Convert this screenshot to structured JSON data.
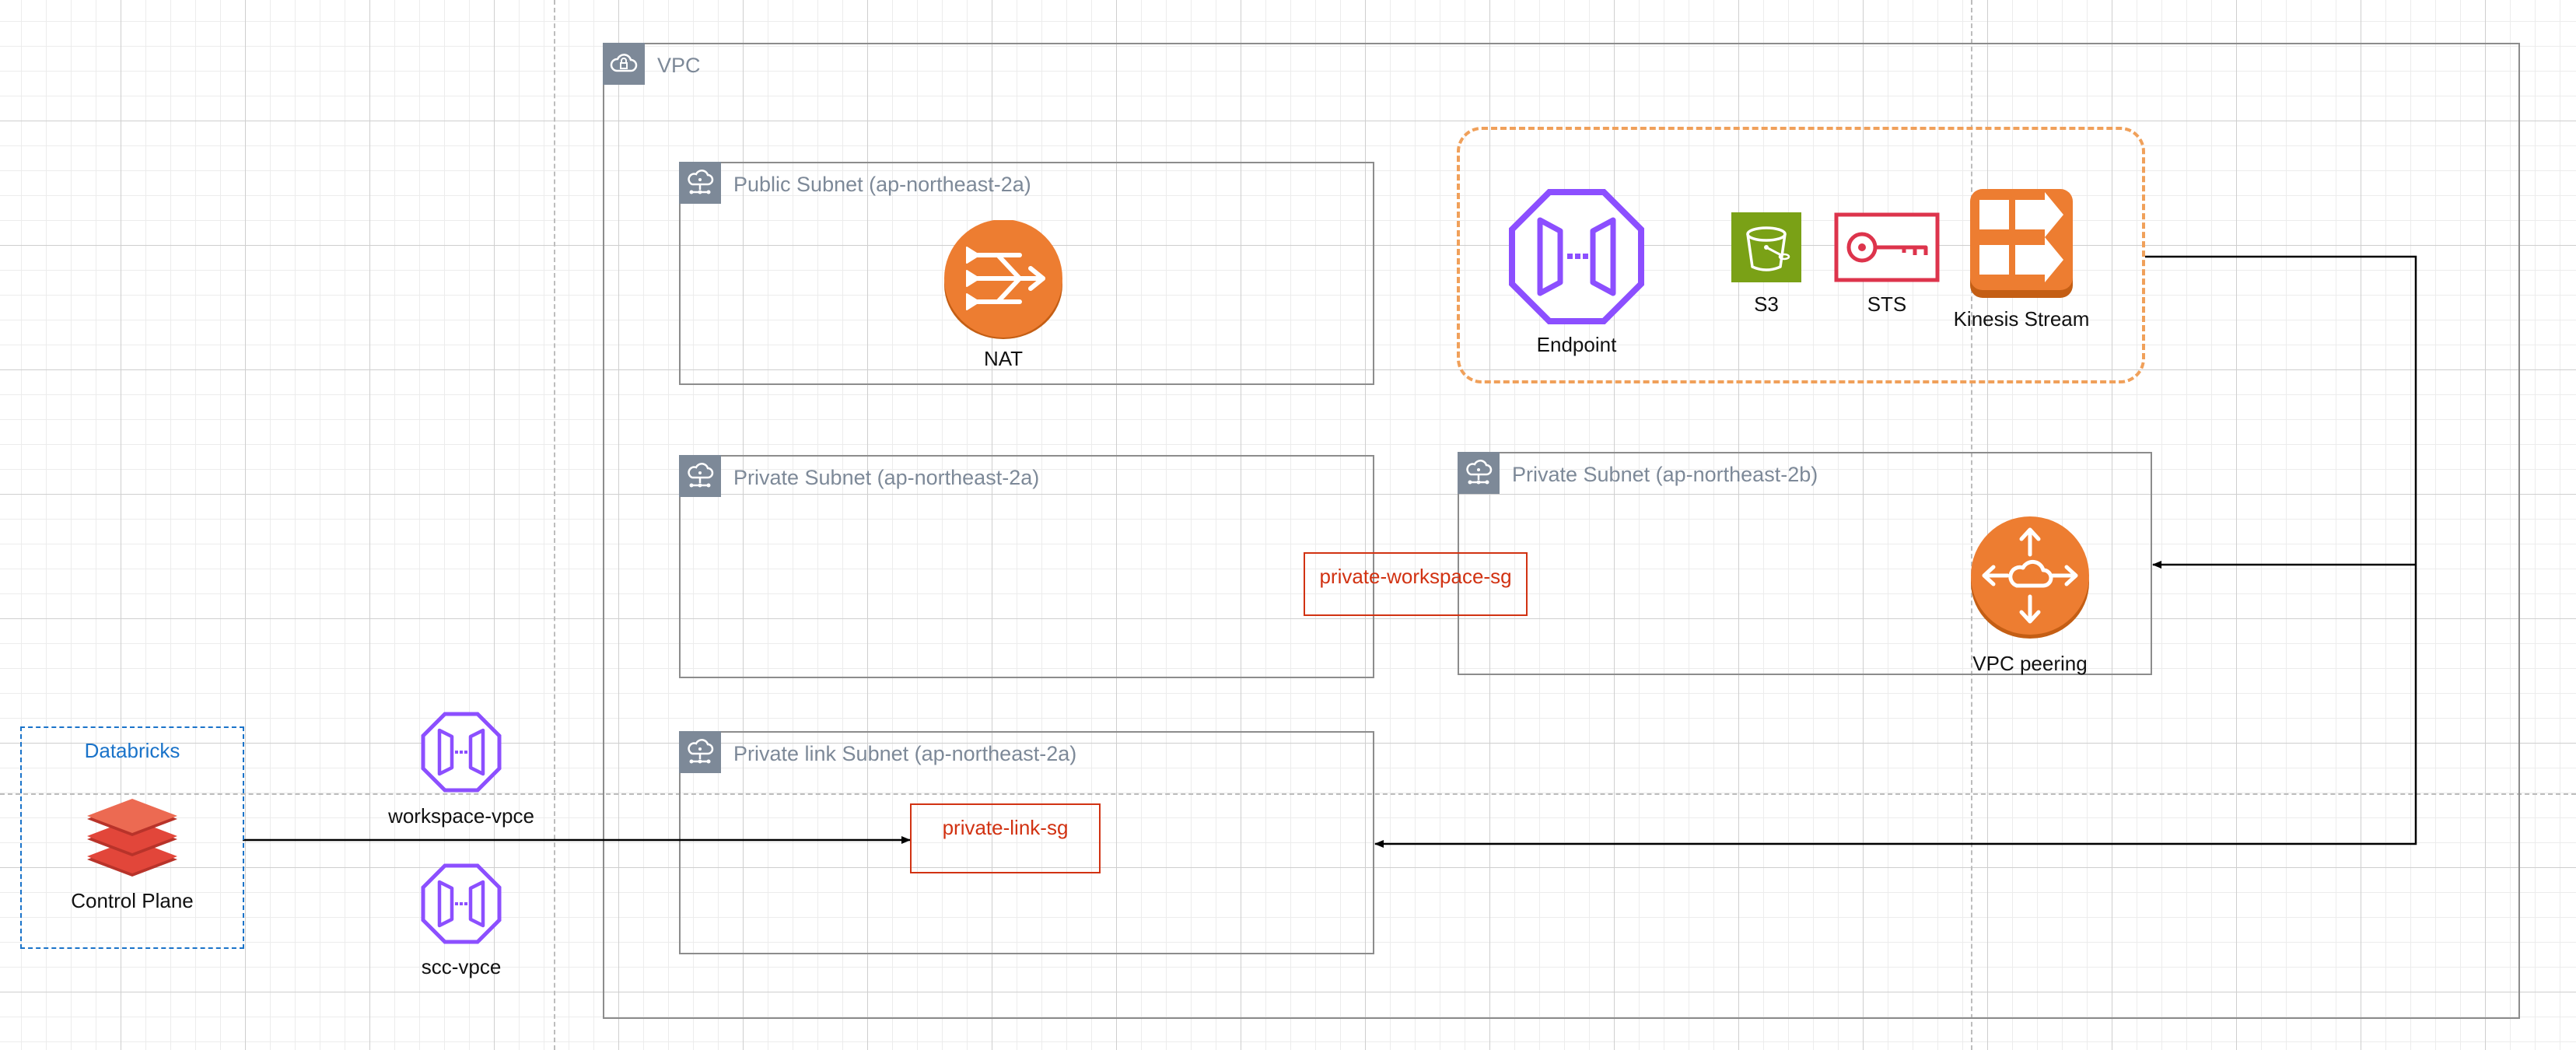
{
  "colors": {
    "group_border": "#8c8c8c",
    "group_text": "#7d8998",
    "aws_orange": "#ed7100",
    "aws_purple": "#8c4fff",
    "aws_green": "#7aa116",
    "aws_red": "#dd344c",
    "sg_red": "#d13212",
    "databricks_blue": "#1a73c9",
    "databricks_red": "#e2463a"
  },
  "vpc": {
    "label": "VPC"
  },
  "public_subnet": {
    "label": "Public Subnet (ap-northeast-2a)"
  },
  "private_subnet_a": {
    "label": "Private Subnet (ap-northeast-2a)"
  },
  "private_subnet_b": {
    "label": "Private Subnet (ap-northeast-2b)"
  },
  "private_link_subnet": {
    "label": "Private link Subnet (ap-northeast-2a)"
  },
  "nat": {
    "label": "NAT",
    "icon": "nat-gateway-icon"
  },
  "endpoint": {
    "label": "Endpoint",
    "icon": "vpc-endpoint-icon"
  },
  "s3": {
    "label": "S3",
    "icon": "s3-bucket-icon"
  },
  "sts": {
    "label": "STS",
    "icon": "sts-key-icon"
  },
  "kinesis": {
    "label": "Kinesis Stream",
    "icon": "kinesis-stream-icon"
  },
  "vpc_peering": {
    "label": "VPC peering",
    "icon": "vpc-peering-icon"
  },
  "private_workspace_sg": {
    "label": "private-workspace-sg"
  },
  "private_link_sg": {
    "label": "private-link-sg"
  },
  "databricks": {
    "label": "Databricks",
    "control_plane": "Control Plane",
    "icon": "databricks-icon"
  },
  "workspace_vpce": {
    "label": "workspace-vpce",
    "icon": "vpc-endpoint-icon"
  },
  "scc_vpce": {
    "label": "scc-vpce",
    "icon": "vpc-endpoint-icon"
  }
}
